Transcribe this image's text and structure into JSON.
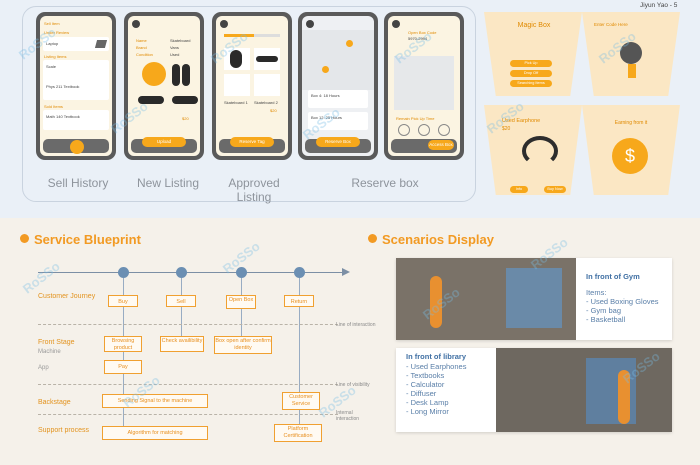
{
  "author": "Jiyun Yao - 5",
  "phones": {
    "sell": {
      "header": "Sell Item",
      "row1": "Under Review",
      "items": [
        "Laptop",
        "Scale",
        "Phys 211 Textbook",
        "Math 140 Textbook"
      ],
      "section2": "Listing Items",
      "section3": "Sold Items"
    },
    "new": {
      "fields": [
        "Name",
        "Brand",
        "Condition"
      ],
      "values": [
        "Skateboard",
        "Vans",
        "Used"
      ],
      "price": "$20",
      "button": "Upload"
    },
    "approved": {
      "tab": "Approved Listing",
      "item1": "Skateboard 1",
      "item2": "Skateboard 2",
      "price": "$20",
      "button": "Reserve Tag"
    },
    "reserve": {
      "button": "Reserve Box",
      "boxes": [
        "Box 4: 18 Hours",
        "Box 12: 25 Hours"
      ]
    },
    "code": {
      "header": "Open Box Code",
      "code": "5970-2994",
      "button": "Access Box",
      "remain": "Remain Pick Up Time"
    }
  },
  "section_labels": [
    "Sell History",
    "New Listing",
    "Approved Listing",
    "Reserve box"
  ],
  "magic": {
    "title": "Magic Box",
    "enter_code": "Enter Code Here",
    "opt1": "Pick Up",
    "opt2": "Drop Off",
    "opt3": "Searching Items",
    "used": "Used Earphone",
    "used_price": "$20",
    "btn_buy": "Buy Now",
    "btn_info": "Info",
    "money_caption": "Earning from it"
  },
  "blueprint": {
    "title": "Service Blueprint",
    "rows": {
      "customer": "Customer Journey",
      "front": "Front Stage",
      "machine": "Machine",
      "app": "App",
      "back": "Backstage",
      "support": "Support process"
    },
    "steps": [
      "Buy",
      "Sell",
      "Open Box",
      "Return"
    ],
    "front_boxes": [
      "Browsing product",
      "Check availibility",
      "Box open after confirm identity"
    ],
    "pay": "Pay",
    "back_box": "Sending Signal to the machine",
    "cs": "Customer Service",
    "support_box": "Algorithm for matching",
    "platform": "Platform Certification",
    "lines": [
      "Line of interaction",
      "Line of visibility",
      "Internal interaction"
    ]
  },
  "scenarios": {
    "title": "Scenarios Display",
    "gym": {
      "title": "In front of Gym",
      "label": "Items:",
      "items": [
        "- Used Boxing Gloves",
        "- Gym bag",
        "- Basketball"
      ]
    },
    "library": {
      "title": "In front of library",
      "items": [
        "- Used Earphones",
        "- Textbooks",
        "- Calculator",
        "- Diffuser",
        "- Desk Lamp",
        "- Long Mirror"
      ]
    }
  },
  "watermark": "RoSSo"
}
